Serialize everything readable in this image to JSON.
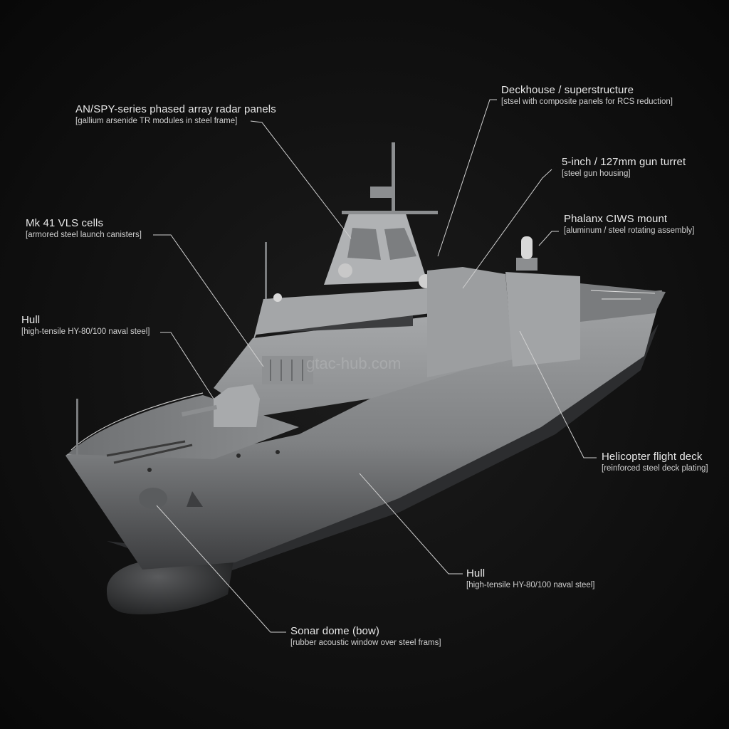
{
  "callouts": [
    {
      "id": "radar",
      "title": "AN/SPY-series phased array radar panels",
      "sub": "[gallium arsenide TR modules in steel frame]"
    },
    {
      "id": "deckhouse",
      "title": "Deckhouse / superstructure",
      "sub": "[stsel with composite panels for RCS reduction]"
    },
    {
      "id": "gun",
      "title": "5-inch / 127mm gun turret",
      "sub": "[steel gun housing]"
    },
    {
      "id": "vls",
      "title": "Mk 41 VLS cells",
      "sub": "[armored steel launch canisters]"
    },
    {
      "id": "ciws",
      "title": "Phalanx CIWS mount",
      "sub": "[aluminum / steel rotating assembly]"
    },
    {
      "id": "hull_left",
      "title": "Hull",
      "sub": "[high-tensile HY-80/100 naval steel]"
    },
    {
      "id": "heli",
      "title": "Helicopter flight deck",
      "sub": "[reinforced steel deck plating]"
    },
    {
      "id": "hull_bottom",
      "title": "Hull",
      "sub": "[high-tensile HY-80/100 naval steel]"
    },
    {
      "id": "sonar",
      "title": "Sonar dome (bow)",
      "sub": "[rubber acoustic window over steel frams]"
    }
  ],
  "watermark": "gtac-hub.com",
  "colors": {
    "background": "#111111",
    "hull": "#8a8c8e",
    "deck": "#7b7d7f",
    "label": "#e8e8e8",
    "leader": "#d0d0d0"
  }
}
